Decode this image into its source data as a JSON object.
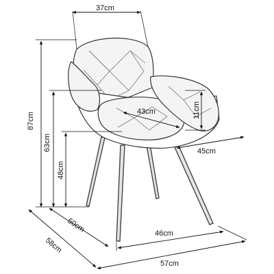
{
  "dimensions": {
    "top_width": "37cm",
    "total_height": "87cm",
    "armrest_height": "63cm",
    "seat_height": "48cm",
    "seat_width": "43cm",
    "armrest_thickness": "11cm",
    "arm_depth": "45cm",
    "seat_depth": "50cm",
    "base_width": "46cm",
    "overall_depth": "58cm",
    "overall_width": "57cm"
  }
}
